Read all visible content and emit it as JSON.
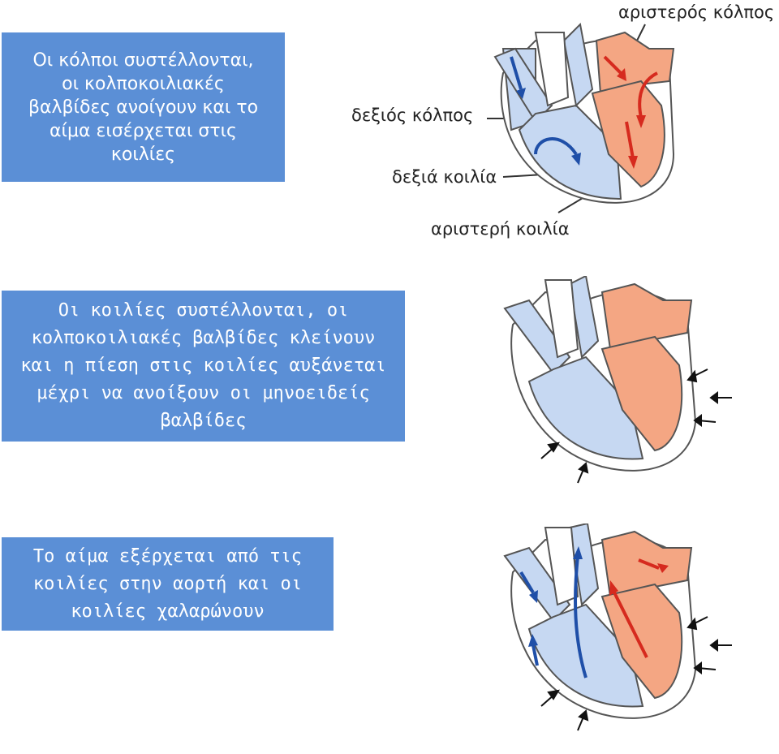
{
  "boxes": {
    "atria": "Οι κόλποι συστέλλονται,\nοι κολποκοιλιακές\nβαλβίδες ανοίγουν και το\nαίμα εισέρχεται στις\nκοιλίες",
    "ventricles": "Οι κοιλίες συστέλλονται, οι\nκολποκοιλιακές βαλβίδες κλείνουν\nκαι η πίεση στις κοιλίες αυξάνεται\nμέχρι να ανοίξουν οι μηνοειδείς\nβαλβίδες",
    "ejection": "Το αίμα εξέρχεται από τις\nκοιλίες στην αορτή και οι\nκοιλίες χαλαρώνουν"
  },
  "labels": {
    "left_atrium": "αριστερός κόλπος",
    "right_atrium": "δεξιός κόλπος",
    "right_ventricle": "δεξιά κοιλία",
    "left_ventricle": "αριστερή κοιλία"
  },
  "colors": {
    "box": "#5b8fd6",
    "oxygenated": "#f4a683",
    "deoxygenated": "#c6d8f2",
    "red_arrow": "#d62a1e",
    "blue_arrow": "#1f4fa8"
  }
}
